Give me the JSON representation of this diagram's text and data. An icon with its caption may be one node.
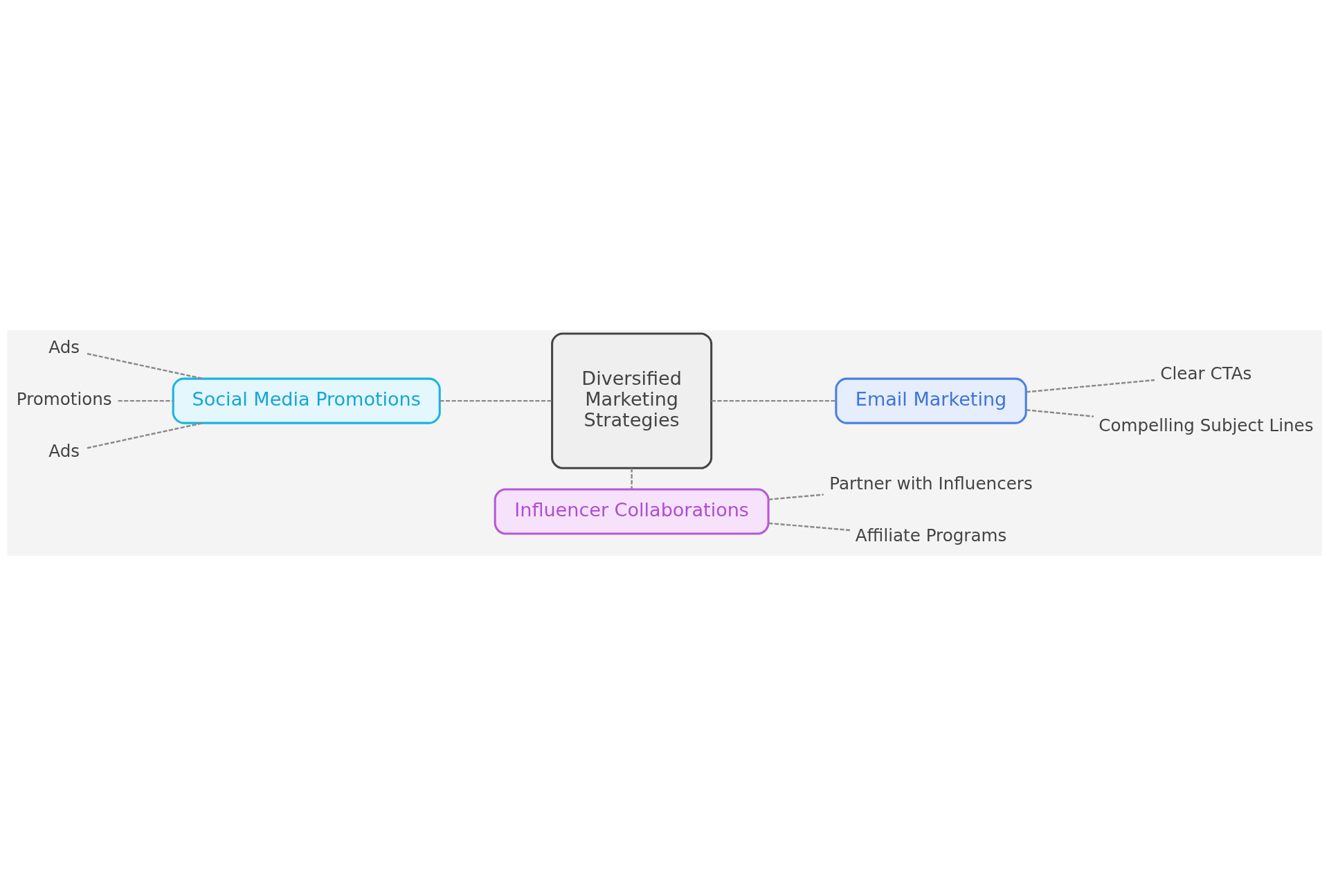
{
  "diagram": {
    "nodes": [
      {
        "text": [
          "Social Media Promotions"
        ]
      },
      {
        "text": [
          "Ads"
        ]
      },
      {
        "text": [
          "Promotions"
        ]
      },
      {
        "text": [
          "Ads"
        ]
      },
      {
        "text": [
          "Diversified Marketing Strategies"
        ]
      },
      {
        "text": [
          "Email Marketing"
        ]
      },
      {
        "text": [
          "Clear CTAs"
        ]
      },
      {
        "text": [
          "Compelling Subject Lines"
        ]
      },
      {
        "text": [
          "Influencer Collaborations"
        ]
      },
      {
        "text": [
          "Partner with Influencers"
        ]
      },
      {
        "text": [
          "Affiliate Programs"
        ]
      }
    ],
    "edges": [
      {
        "from": 0,
        "to": 4,
        "arrow": "none",
        "style": "dashed"
      },
      {
        "from": 1,
        "to": 0,
        "arrow": "none",
        "style": "dashed"
      },
      {
        "from": 2,
        "to": 0,
        "arrow": "none",
        "style": "dashed"
      },
      {
        "from": 3,
        "to": 0,
        "arrow": "none",
        "style": "dashed"
      },
      {
        "from": 4,
        "to": 5,
        "arrow": "none",
        "style": "dashed"
      },
      {
        "from": 5,
        "to": 6,
        "arrow": "none",
        "style": "dashed"
      },
      {
        "from": 5,
        "to": 7,
        "arrow": "none",
        "style": "dashed"
      },
      {
        "from": 4,
        "to": 8,
        "arrow": "none",
        "style": "dashed"
      },
      {
        "from": 8,
        "to": 9,
        "arrow": "none",
        "style": "dashed"
      },
      {
        "from": 8,
        "to": 10,
        "arrow": "none",
        "style": "dashed"
      }
    ]
  }
}
